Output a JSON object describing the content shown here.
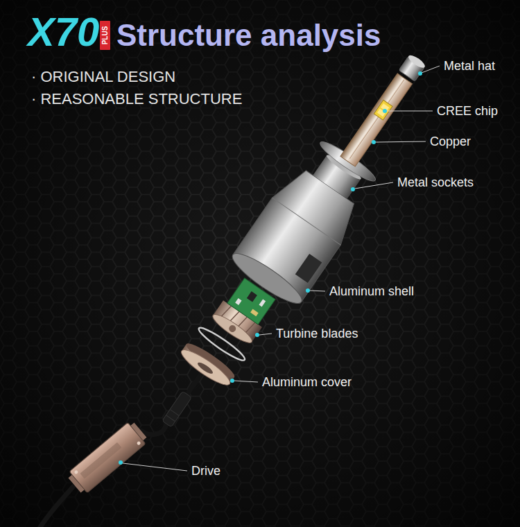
{
  "diagram": {
    "title": "Structure analysis",
    "labels": [
      "X70",
      "PLUS",
      "· ORIGINAL DESIGN",
      "· REASONABLE STRUCTURE",
      "Metal hat",
      "CREE chip",
      "Copper",
      "Metal sockets",
      "Aluminum shell",
      "Turbine blades",
      "Aluminum cover",
      "Drive"
    ]
  }
}
